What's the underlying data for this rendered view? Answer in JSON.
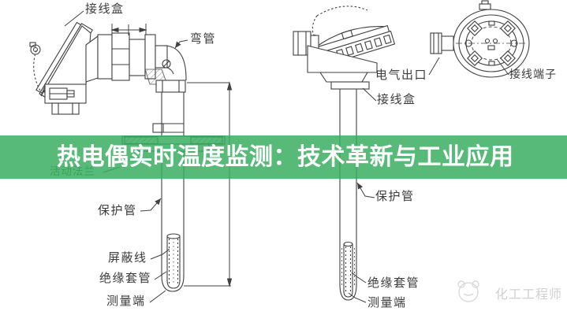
{
  "banner": {
    "title": "热电偶实时温度监测：技术革新与工业应用",
    "bg_color": "#57ba78",
    "text_color": "#ffffff"
  },
  "diagram_left": {
    "labels": {
      "junction_box": "接线盒",
      "bend_pipe": "弯管",
      "movable_flange": "活动法兰",
      "protection_tube": "保护管",
      "shielded_wire": "屏蔽线",
      "insulating_sleeve": "绝缘套管",
      "measuring_end": "测量端"
    }
  },
  "diagram_right": {
    "labels": {
      "electrical_outlet": "电气出口",
      "junction_box": "接线盒",
      "protection_tube": "保护管",
      "insulating_sleeve": "绝缘套管",
      "measuring_end": "测量端"
    }
  },
  "terminal_view": {
    "label": "接线端子"
  },
  "watermark": {
    "text": "化工工程师",
    "color": "#d0d0d0"
  },
  "canvas": {
    "width": "719",
    "height": "400",
    "background": "#ffffff",
    "line_color": "#404040"
  }
}
